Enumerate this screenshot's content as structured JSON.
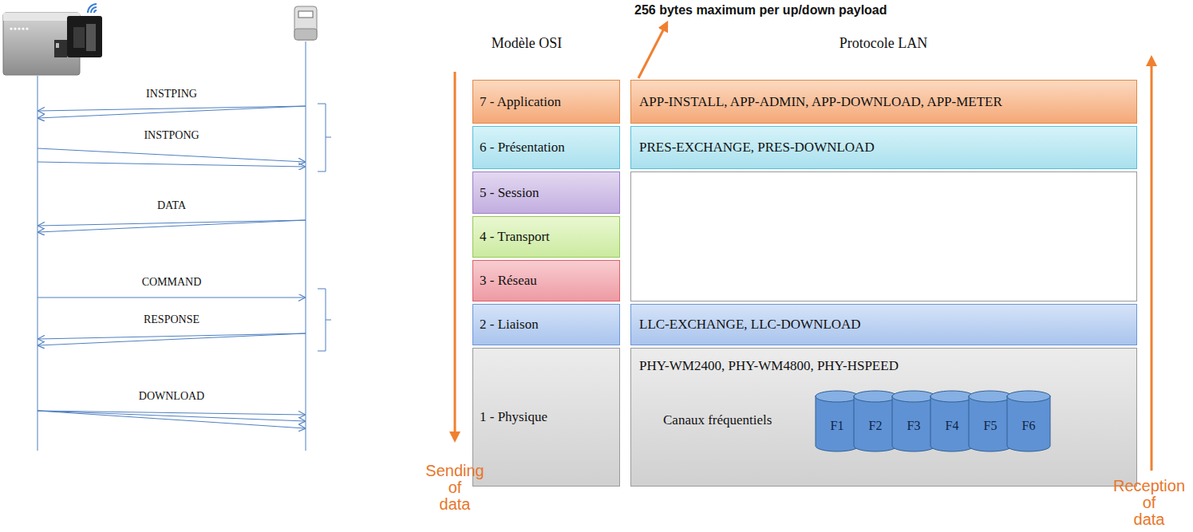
{
  "diagram": {
    "nodes": [
      {
        "text": [
          "7 - Application"
        ]
      },
      {
        "text": [
          "6 - Présentation"
        ]
      },
      {
        "text": [
          "5 - Session"
        ]
      },
      {
        "text": [
          "4 - Transport"
        ]
      },
      {
        "text": [
          "3 - Réseau"
        ]
      },
      {
        "text": [
          "2 - Liaison"
        ]
      },
      {
        "text": [
          "1 - Physique"
        ]
      },
      {
        "text": [
          "APP-INSTALL, APP-ADMIN, APP-DOWNLOAD, APP-METER"
        ]
      },
      {
        "text": [
          "PRES-EXCHANGE, PRES-DOWNLOAD"
        ]
      },
      {
        "text": [
          "LLC-EXCHANGE, LLC-DOWNLOAD"
        ]
      },
      {
        "text": [
          "PHY-WM2400, PHY-WM4800, PHY-HSPEED",
          "Canaux fréquentiels"
        ]
      },
      {
        "text": [
          "F1"
        ],
        "in": 10
      },
      {
        "text": [
          "F2"
        ],
        "in": 10
      },
      {
        "text": [
          "F3"
        ],
        "in": 10
      },
      {
        "text": [
          "F4"
        ],
        "in": 10
      },
      {
        "text": [
          "F5"
        ],
        "in": 10
      },
      {
        "text": [
          "F6"
        ],
        "in": 10
      }
    ],
    "labels": [
      "256 bytes maximum per up/down payload",
      "Modèle OSI",
      "Protocole LAN",
      "INSTPING",
      "INSTPONG",
      "DATA",
      "COMMAND",
      "RESPONSE",
      "DOWNLOAD",
      "Sending of data",
      "Reception of data"
    ]
  }
}
